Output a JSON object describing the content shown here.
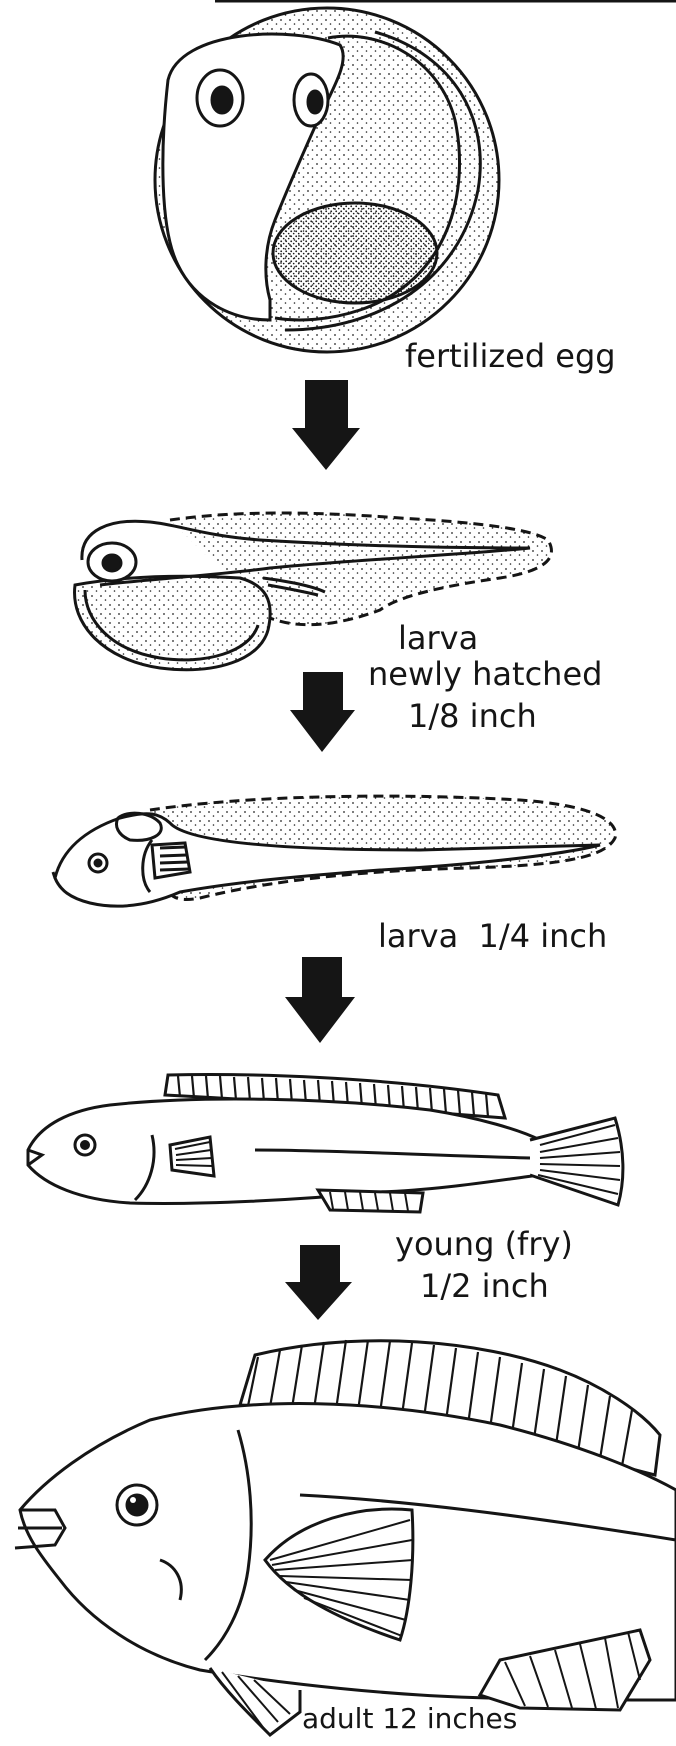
{
  "stages": [
    {
      "id": "egg",
      "label_lines": [
        "fertilized egg"
      ]
    },
    {
      "id": "larva-newly-hatched",
      "label_lines": [
        "larva",
        "newly hatched",
        "1/8 inch"
      ]
    },
    {
      "id": "larva-quarter",
      "label_lines": [
        "larva  1/4 inch"
      ]
    },
    {
      "id": "young-fry",
      "label_lines": [
        "young (fry)",
        "1/2 inch"
      ]
    },
    {
      "id": "adult",
      "label_lines": [
        "adult 12 inches"
      ]
    }
  ],
  "colors": {
    "ink": "#151515",
    "paper": "#ffffff"
  }
}
